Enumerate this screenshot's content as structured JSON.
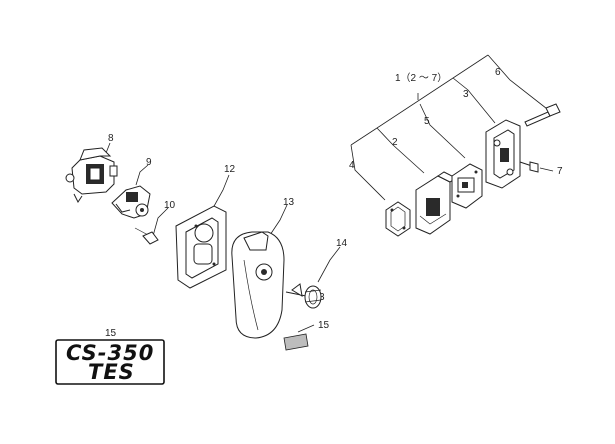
{
  "callouts": {
    "c1": "1（2 〜 7）",
    "c2": "2",
    "c3_top": "3",
    "c3_cap": "3",
    "c4": "4",
    "c5": "5",
    "c6": "6",
    "c7": "7",
    "c8": "8",
    "c9": "9",
    "c10": "10",
    "c12": "12",
    "c13": "13",
    "c14": "14",
    "c15_box": "15",
    "c15_label": "15"
  },
  "decal": {
    "line1": "CS-350",
    "line2": "TES"
  }
}
